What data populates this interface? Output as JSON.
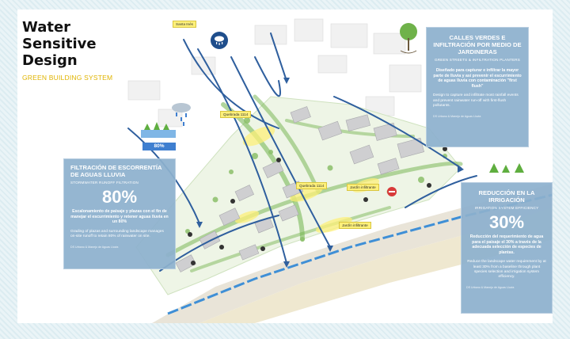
{
  "title": {
    "lines": [
      "Water",
      "Sensitive",
      "Design"
    ],
    "subtitle": "GREEN BUILDING SYSTEM"
  },
  "cards": {
    "left": {
      "title": "FILTRACIÓN DE ESCORRENTÍA DE AGUAS LLUVIA",
      "subtitle": "STORMWATER RUNOFF FILTRATION",
      "value": "80%",
      "text_es": "Escalonamiento de paisaje y plazas con el fin de manejar el escurrimiento y retener aguas lluvia en un 80%",
      "text_en": "Grading of plazas and surrounding landscape manages on-site runoff to retain 80% of rainwater on site.",
      "source": "DS Urbano & Manejo de Aguas Lluvia"
    },
    "top_right": {
      "title": "CALLES VERDES E INFILTRACIÓN POR MEDIO DE JARDINERAS",
      "subtitle": "GREEN STREETS & INFILTRATION PLANTERS",
      "text_es": "Diseñado para capturar e infiltrar la mayor parte de lluvia y así prevenir el escurrimiento de aguas lluvia con contaminación \"first flush\"",
      "text_en": "Design to capture and infiltrate most rainfall events and prevent rainwater run-off with first-flush pollutants.",
      "source": "DS Urbano & Manejo de Aguas Lluvia"
    },
    "bottom_right": {
      "title": "REDUCCIÓN EN LA IRRIGACIÓN",
      "subtitle": "IRRIGATION SYSTEM EFFICIENCY",
      "value": "30%",
      "text_es": "Reducción del requerimiento de agua para el paisaje el 30% a través de la adecuada selección de especies de plantas.",
      "text_en": "Reduce the landscape water requirement by at least 30% from a baseline through plant species selection and irrigation system efficiency.",
      "source": "DS Urbano & Manejo de Aguas Lluvia"
    }
  },
  "tags": {
    "street": "Santa Inés",
    "q1": "Quebrada 1114",
    "q2": "Quebrada 1114",
    "j1": "Jardín infiltrante",
    "j2": "Jardín infiltrante"
  },
  "badge_80": "80%",
  "icons": {
    "rain_cloud": "rain-cloud-icon",
    "tree": "tree-icon",
    "no_entry": "no-irrigation-icon"
  },
  "colors": {
    "flow_arrow": "#2f5f9e",
    "green": "#5fae3f",
    "yellow": "#fdf07a",
    "card": "#8db0cd",
    "sea": "#3f8fd6"
  }
}
